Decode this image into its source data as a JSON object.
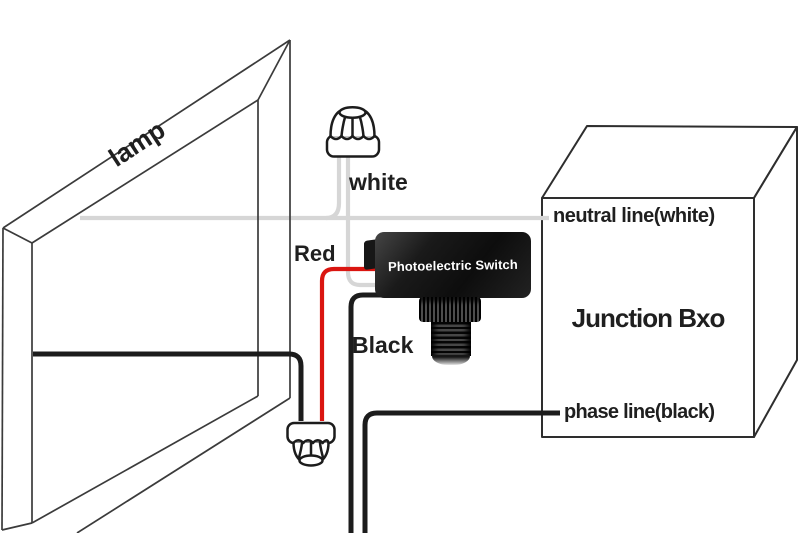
{
  "labels": {
    "lamp": "lamp",
    "white_wire": "white",
    "red_wire": "Red",
    "black_wire": "Black",
    "neutral_line": "neutral line(white)",
    "junction_box": "Junction Bxo",
    "phase_line": "phase line(black)",
    "switch": "Photoelectric Switch"
  },
  "colors": {
    "background": "#ffffff",
    "red_wire": "#da1510",
    "white_wire": "#d6d6d6",
    "black_wire": "#1c1c1c",
    "lamp_outline": "#3b3b3b",
    "box_outline": "#2e2e2e",
    "label_text": "#1f1f1f",
    "switch_body": "#161616"
  }
}
